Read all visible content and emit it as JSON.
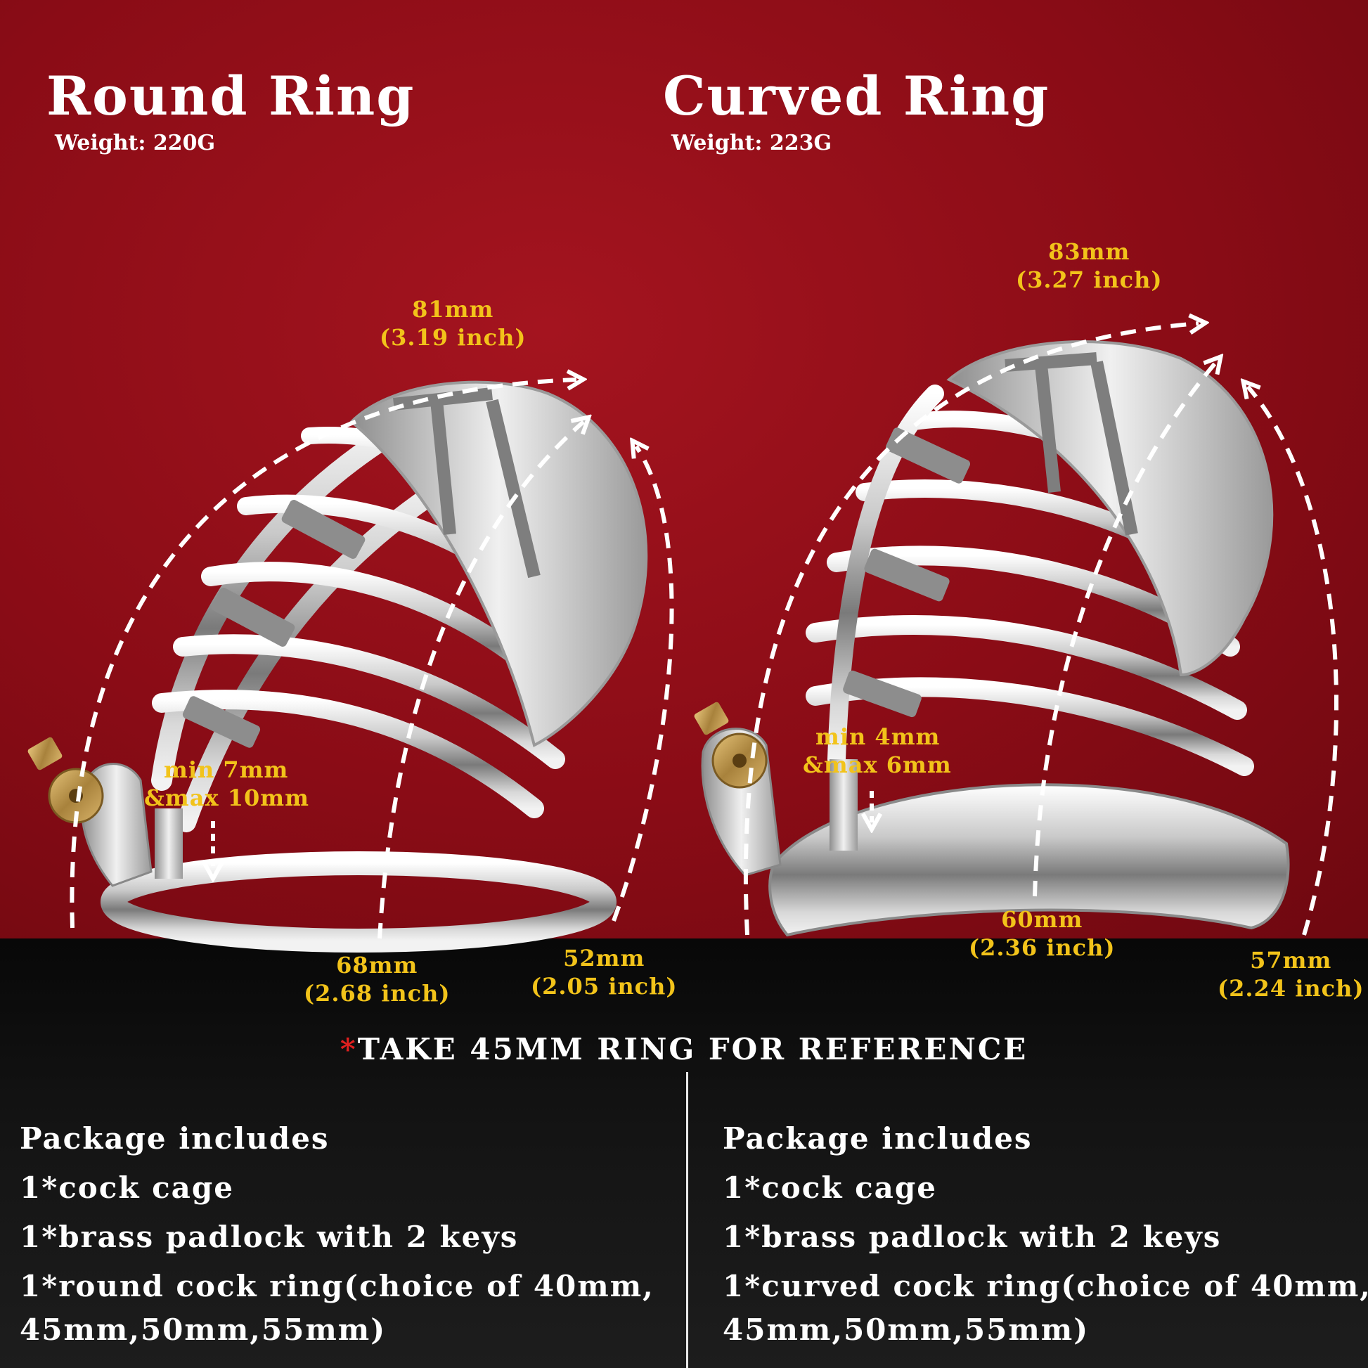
{
  "left": {
    "title": "Round Ring",
    "weight": "Weight:  220G",
    "top_dim": {
      "mm": "81mm",
      "inch": "(3.19 inch)"
    },
    "center_dim": {
      "mm": "68mm",
      "inch": "(2.68 inch)"
    },
    "right_dim": {
      "mm": "52mm",
      "inch": "(2.05 inch)"
    },
    "gap": {
      "min": "min 7mm",
      "max": "&max 10mm"
    }
  },
  "right": {
    "title": "Curved Ring",
    "weight": "Weight:  223G",
    "top_dim": {
      "mm": "83mm",
      "inch": "(3.27 inch)"
    },
    "center_dim": {
      "mm": "60mm",
      "inch": "(2.36 inch)"
    },
    "right_dim": {
      "mm": "57mm",
      "inch": "(2.24 inch)"
    },
    "gap": {
      "min": "min 4mm",
      "max": "&max 6mm"
    }
  },
  "reference": {
    "star": "*",
    "text": "TAKE 45MM RING FOR REFERENCE"
  },
  "package_left": {
    "heading": "Package includes",
    "items": [
      "1*cock cage",
      "1*brass padlock with 2 keys",
      "1*round cock ring(choice of 40mm,",
      "45mm,50mm,55mm)"
    ]
  },
  "package_right": {
    "heading": "Package includes",
    "items": [
      "1*cock cage",
      "1*brass padlock with 2 keys",
      "1*curved cock ring(choice of 40mm,",
      "45mm,50mm,55mm)"
    ]
  },
  "colors": {
    "background_red": "#8a0c16",
    "dimension_text": "#f2c31a",
    "reference_star": "#e0201f",
    "bottom_panel": "#111111"
  },
  "icons": [
    "round-ring-cage-illustration",
    "curved-ring-cage-illustration",
    "brass-padlock-icon",
    "dashed-arrow-icon"
  ]
}
